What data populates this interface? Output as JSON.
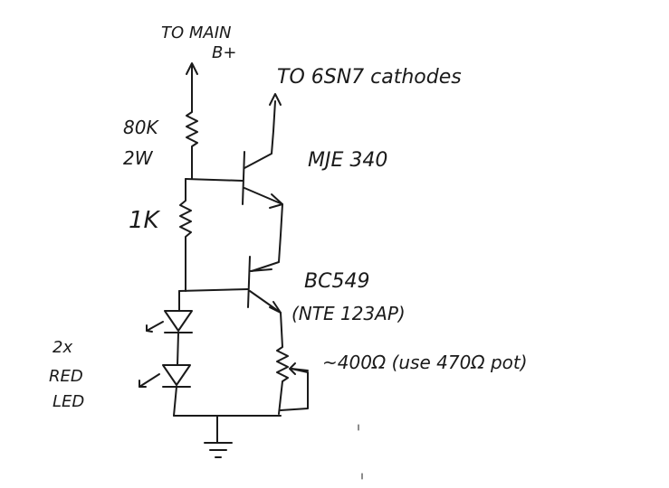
{
  "labels": {
    "to_main_line1": "TO MAIN",
    "to_main_line2": "B+",
    "to_cathodes": "TO 6SN7 cathodes",
    "r1_value": "80K",
    "r1_power": "2W",
    "r2_value": "1K",
    "q1_part": "MJE 340",
    "q2_part": "BC549",
    "q2_sub": "(NTE 123AP)",
    "led_qty": "2x",
    "led_color": "RED",
    "led_type": "LED",
    "pot_note": "~400Ω (use 470Ω pot)"
  },
  "colors": {
    "ink": "#1a1a1a",
    "paper": "#ffffff"
  }
}
